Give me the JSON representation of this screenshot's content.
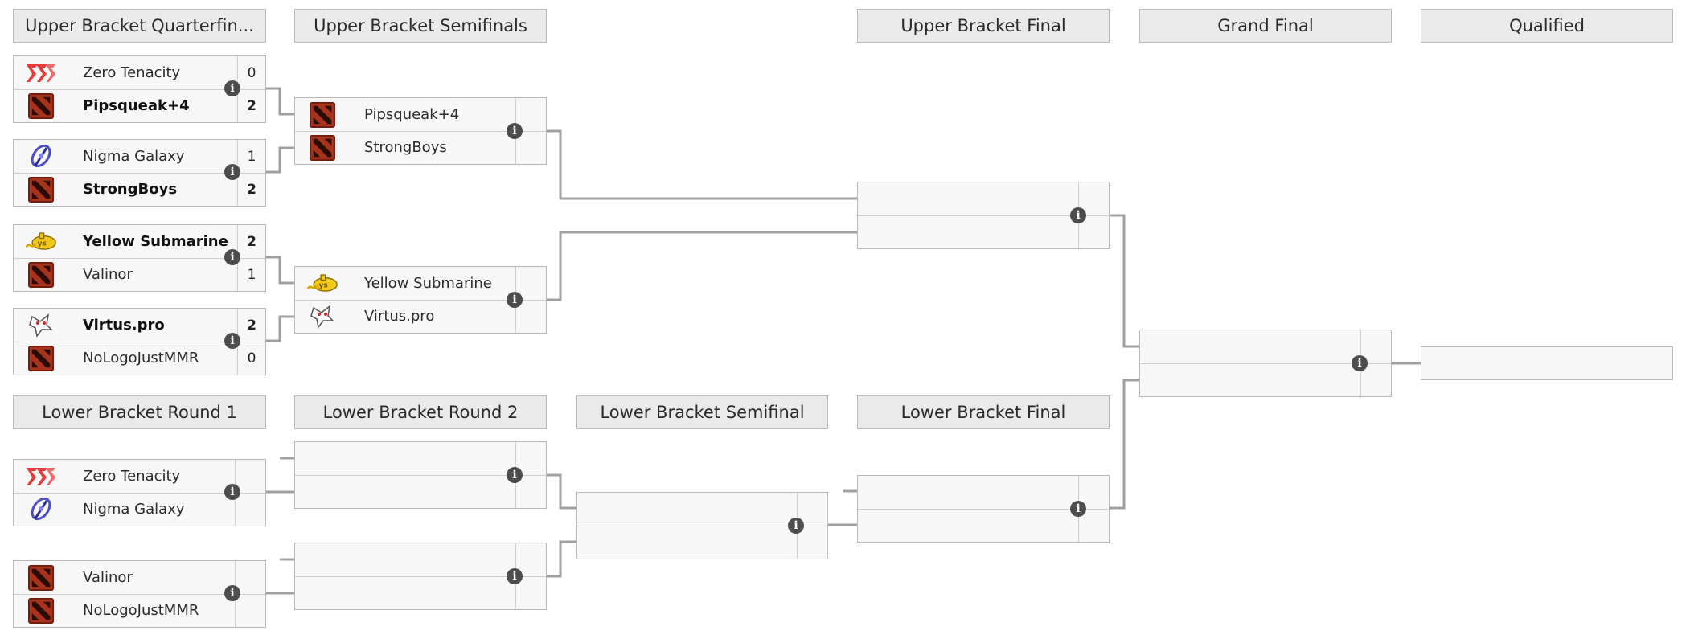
{
  "headers": {
    "ub_qf": "Upper Bracket Quarterfin...",
    "ub_sf": "Upper Bracket Semifinals",
    "ub_f": "Upper Bracket Final",
    "gf": "Grand Final",
    "qualified": "Qualified",
    "lb_r1": "Lower Bracket Round 1",
    "lb_r2": "Lower Bracket Round 2",
    "lb_sf": "Lower Bracket Semifinal",
    "lb_f": "Lower Bracket Final"
  },
  "matches": {
    "ubqf1": {
      "team1": "Zero Tenacity",
      "score1": "0",
      "team2": "Pipsqueak+4",
      "score2": "2"
    },
    "ubqf2": {
      "team1": "Nigma Galaxy",
      "score1": "1",
      "team2": "StrongBoys",
      "score2": "2"
    },
    "ubqf3": {
      "team1": "Yellow Submarine",
      "score1": "2",
      "team2": "Valinor",
      "score2": "1"
    },
    "ubqf4": {
      "team1": "Virtus.pro",
      "score1": "2",
      "team2": "NoLogoJustMMR",
      "score2": "0"
    },
    "ubsf1": {
      "team1": "Pipsqueak+4",
      "team2": "StrongBoys"
    },
    "ubsf2": {
      "team1": "Yellow Submarine",
      "team2": "Virtus.pro"
    },
    "lbr1a": {
      "team1": "Zero Tenacity",
      "team2": "Nigma Galaxy"
    },
    "lbr1b": {
      "team1": "Valinor",
      "team2": "NoLogoJustMMR"
    }
  },
  "info_glyph": "i",
  "icons": {
    "zero_tenacity": "zero-tenacity-logo",
    "dota": "dota2-logo",
    "nigma": "nigma-galaxy-logo",
    "yellow_submarine": "yellow-submarine-logo",
    "virtus_pro": "virtus-pro-logo"
  },
  "colors": {
    "header_bg": "#eaeaea",
    "match_bg": "#f7f7f7",
    "border": "#b9b9b9",
    "line": "#a0a0a0",
    "info_bg": "#4d4d4d",
    "dota_red": "#a8331d"
  }
}
